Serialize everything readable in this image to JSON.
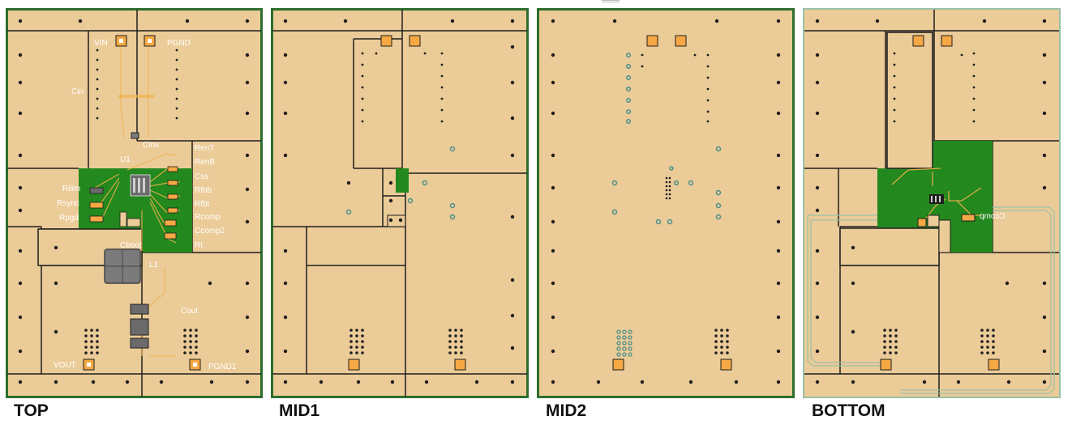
{
  "layers": [
    {
      "name": "TOP"
    },
    {
      "name": "MID1"
    },
    {
      "name": "MID2"
    },
    {
      "name": "BOTTOM"
    }
  ],
  "top_labels": {
    "vin": "VIN",
    "pgnd": "PGND",
    "cin": "Cin",
    "cinx": "Cinx",
    "u1": "U1",
    "rent": "RenT",
    "renb": "RenB",
    "css": "Css",
    "rfbb": "Rfbb",
    "rfbt": "Rfbt",
    "rcomp": "Rcomp",
    "ccomp2": "Ccomp2",
    "rt": "Rt",
    "rilim": "Rilim",
    "rsync": "Rsync",
    "rpgd": "Rpgd",
    "cboot": "Cboot",
    "l1": "L1",
    "cout": "Cout",
    "vout": "VOUT",
    "pgnd1": "PGND1"
  },
  "bottom_labels": {
    "ccomp": "Ccomp"
  },
  "colors": {
    "copper": "#ebcb97",
    "board_border": "#2d6e2d",
    "green_fill": "#23881d",
    "pad": "#f5a843",
    "trace": "#f0b24e",
    "via_ring": "#4a8f8a",
    "split_line": "#1f1f1f"
  }
}
